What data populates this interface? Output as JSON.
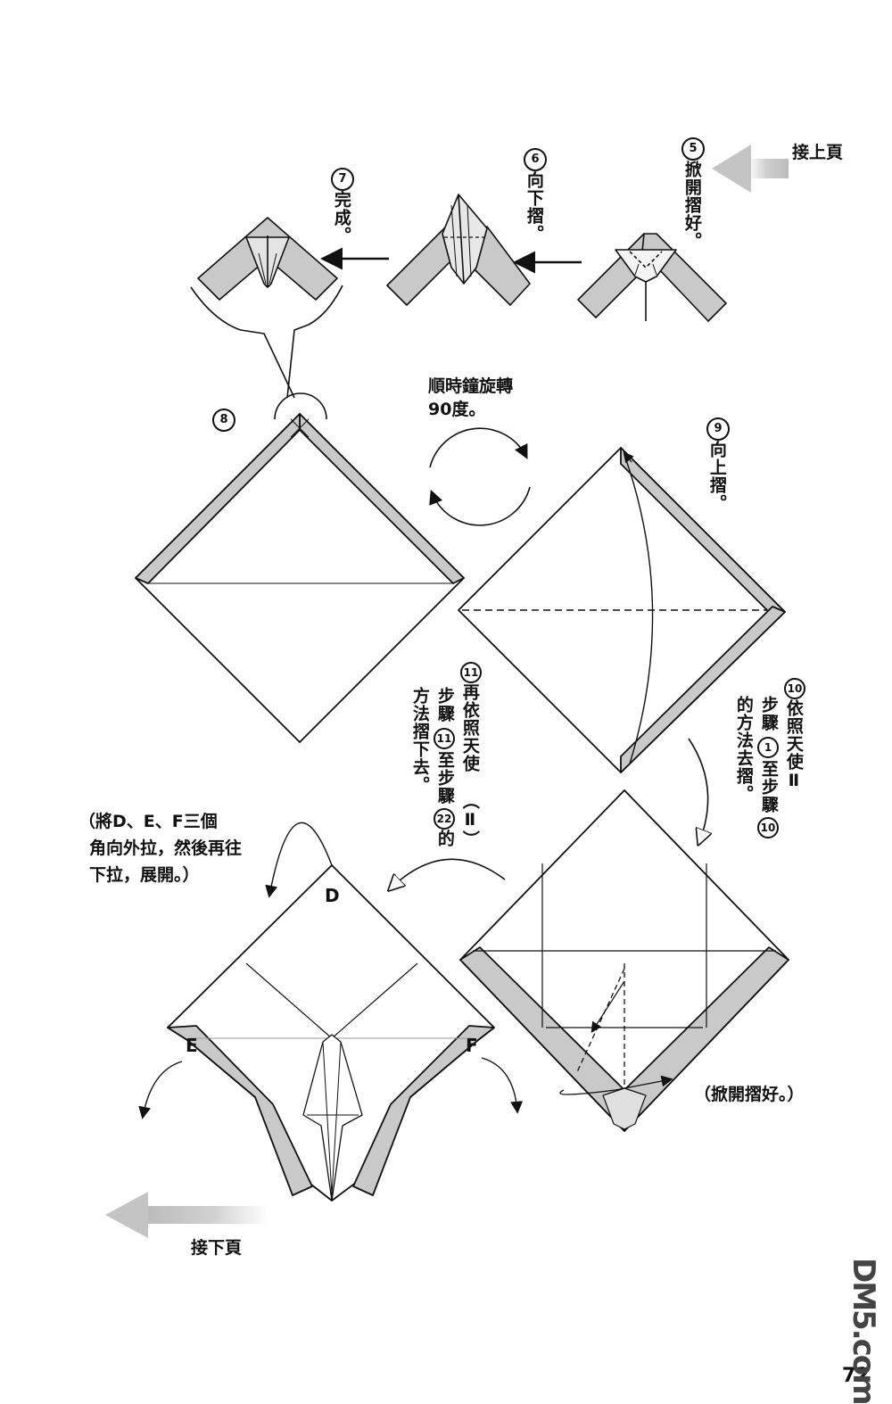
{
  "header": {
    "continue_from": "接上頁",
    "continue_to": "接下頁"
  },
  "steps": {
    "s5": {
      "num": "5",
      "text": "掀開摺好。"
    },
    "s6": {
      "num": "6",
      "text": "向下摺。"
    },
    "s7": {
      "num": "7",
      "text": "完成。"
    },
    "s8": {
      "num": "8"
    },
    "s9": {
      "num": "9",
      "text": "向上摺。"
    },
    "s10": {
      "num": "10",
      "line1_a": "依照天使Ⅱ",
      "line2_a": "步驟",
      "ref1": "1",
      "line2_b": "至步驟",
      "ref2": "10",
      "line3": "的方法去摺。"
    },
    "s11": {
      "num": "11",
      "line1_a": "再依照天使",
      "line1_paren": "（Ⅱ）",
      "line2_a": "步驟",
      "ref1": "11",
      "line2_b": "至步驟",
      "ref2": "22",
      "line2_c": "的",
      "line3": "方法摺下去。"
    }
  },
  "rotate_note": {
    "line1": "順時鐘旋轉",
    "line2": "90度。"
  },
  "pull_note": {
    "line1": "（將D、E、F三個",
    "line2": "角向外拉，然後再往",
    "line3": "下拉，展開。）"
  },
  "open_note": "（掀開摺好。）",
  "labels": {
    "d": "D",
    "e": "E",
    "f": "F"
  },
  "page_number": "72",
  "watermark": "DM5.com",
  "colors": {
    "paper_gray": "#c9c9c9",
    "line": "#111111"
  }
}
